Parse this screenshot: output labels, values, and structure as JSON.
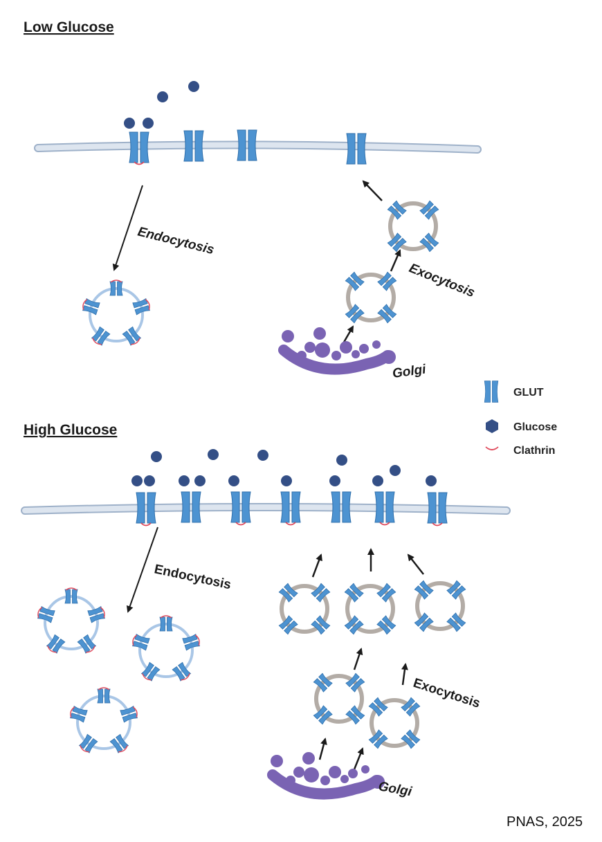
{
  "colors": {
    "glut": "#4d93d1",
    "glut_stroke": "#2f6fab",
    "glucose": "#344f86",
    "clathrin": "#e0485a",
    "membrane": "#d5deea",
    "membrane_stroke": "#9eb1c9",
    "vesicle_ring": "#b3aca6",
    "coated_ring": "#a9c6e6",
    "golgi": "#7a63b3",
    "arrow": "#1a1a1a"
  },
  "panels": {
    "low": {
      "title": "Low Glucose",
      "endocytosis_label": "Endocytosis",
      "exocytosis_label": "Exocytosis",
      "golgi_label": "Golgi"
    },
    "high": {
      "title": "High Glucose",
      "endocytosis_label": "Endocytosis",
      "exocytosis_label": "Exocytosis",
      "golgi_label": "Golgi"
    }
  },
  "legend": {
    "glut": "GLUT",
    "glucose": "Glucose",
    "clathrin": "Clathrin"
  },
  "credit": "PNAS, 2025"
}
